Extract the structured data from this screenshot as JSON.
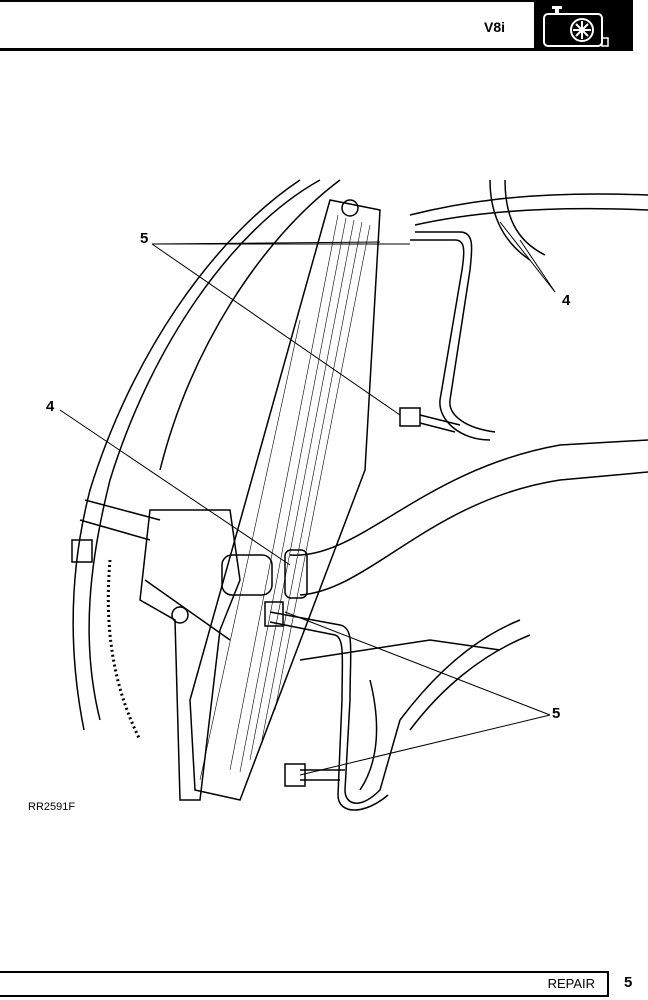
{
  "header": {
    "title": "V8i",
    "section_icon": "cooling-fan-radiator-icon"
  },
  "figure": {
    "reference": "RR2591F",
    "callouts": [
      "5",
      "4",
      "4",
      "5"
    ]
  },
  "footer": {
    "section": "REPAIR",
    "page": "5"
  }
}
